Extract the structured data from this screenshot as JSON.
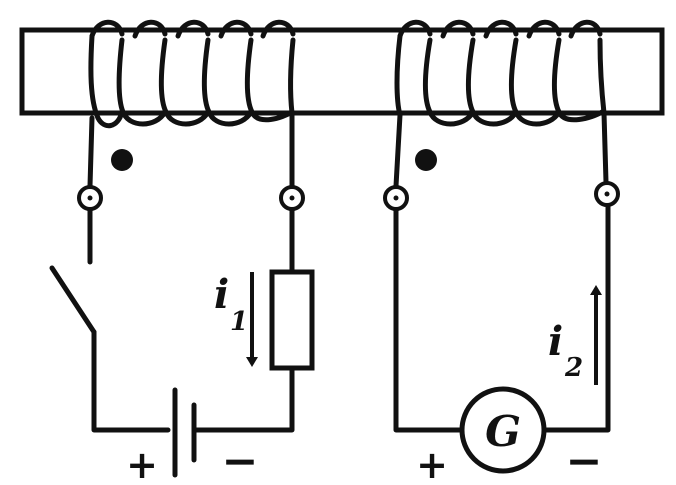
{
  "current_1": {
    "symbol": "i",
    "subscript": "1"
  },
  "current_2": {
    "symbol": "i",
    "subscript": "2"
  },
  "galvanometer": {
    "label": "G"
  },
  "battery": {
    "plus": "+",
    "minus": "−"
  },
  "galvanometer_polarity": {
    "plus": "+",
    "minus": "−"
  }
}
